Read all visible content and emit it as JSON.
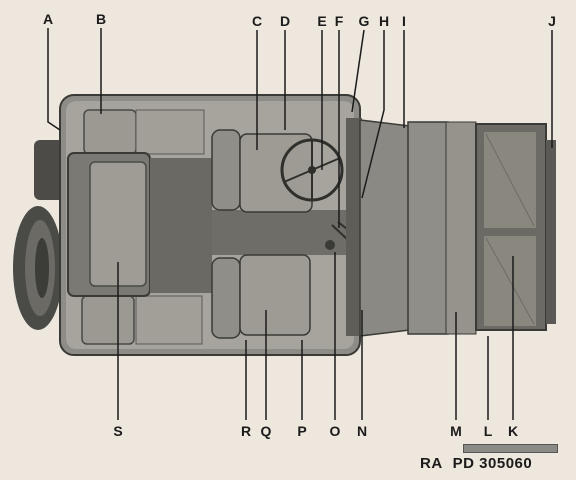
{
  "labels": {
    "top": [
      "A",
      "B",
      "C",
      "D",
      "E",
      "F",
      "G",
      "H",
      "I",
      "J"
    ],
    "bottom": [
      "S",
      "R",
      "Q",
      "P",
      "O",
      "N",
      "M",
      "L",
      "K"
    ]
  },
  "reference": {
    "prefix": "RA",
    "code": "PD 305060"
  },
  "colors": {
    "paper": "#ede7dd",
    "body_dark": "#5a5a56",
    "body_mid": "#8d8c86",
    "body_light": "#b8b6ae",
    "line": "#2a2a28"
  }
}
